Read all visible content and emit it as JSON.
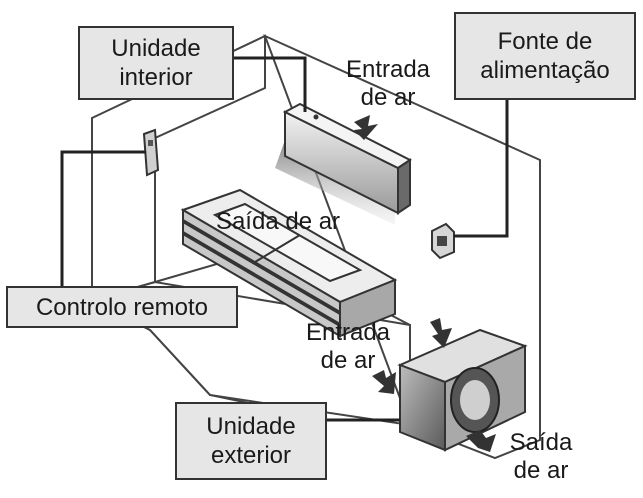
{
  "labels": {
    "indoor_unit": [
      "Unidade",
      "interior"
    ],
    "power_supply": [
      "Fonte de",
      "alimentação"
    ],
    "remote_control": "Controlo remoto",
    "outdoor_unit": [
      "Unidade",
      "exterior"
    ],
    "air_inlet_indoor": [
      "Entrada",
      "de ar"
    ],
    "air_outlet_indoor": "Saída de ar",
    "air_inlet_outdoor": [
      "Entrada",
      "de ar"
    ],
    "air_outlet_outdoor": [
      "Saída",
      "de ar"
    ]
  },
  "colors": {
    "outline": "#333333",
    "label_box_fill": "#e6e6e6",
    "unit_fill": "#d9d9d9",
    "dark_fill": "#4a4a4a"
  }
}
